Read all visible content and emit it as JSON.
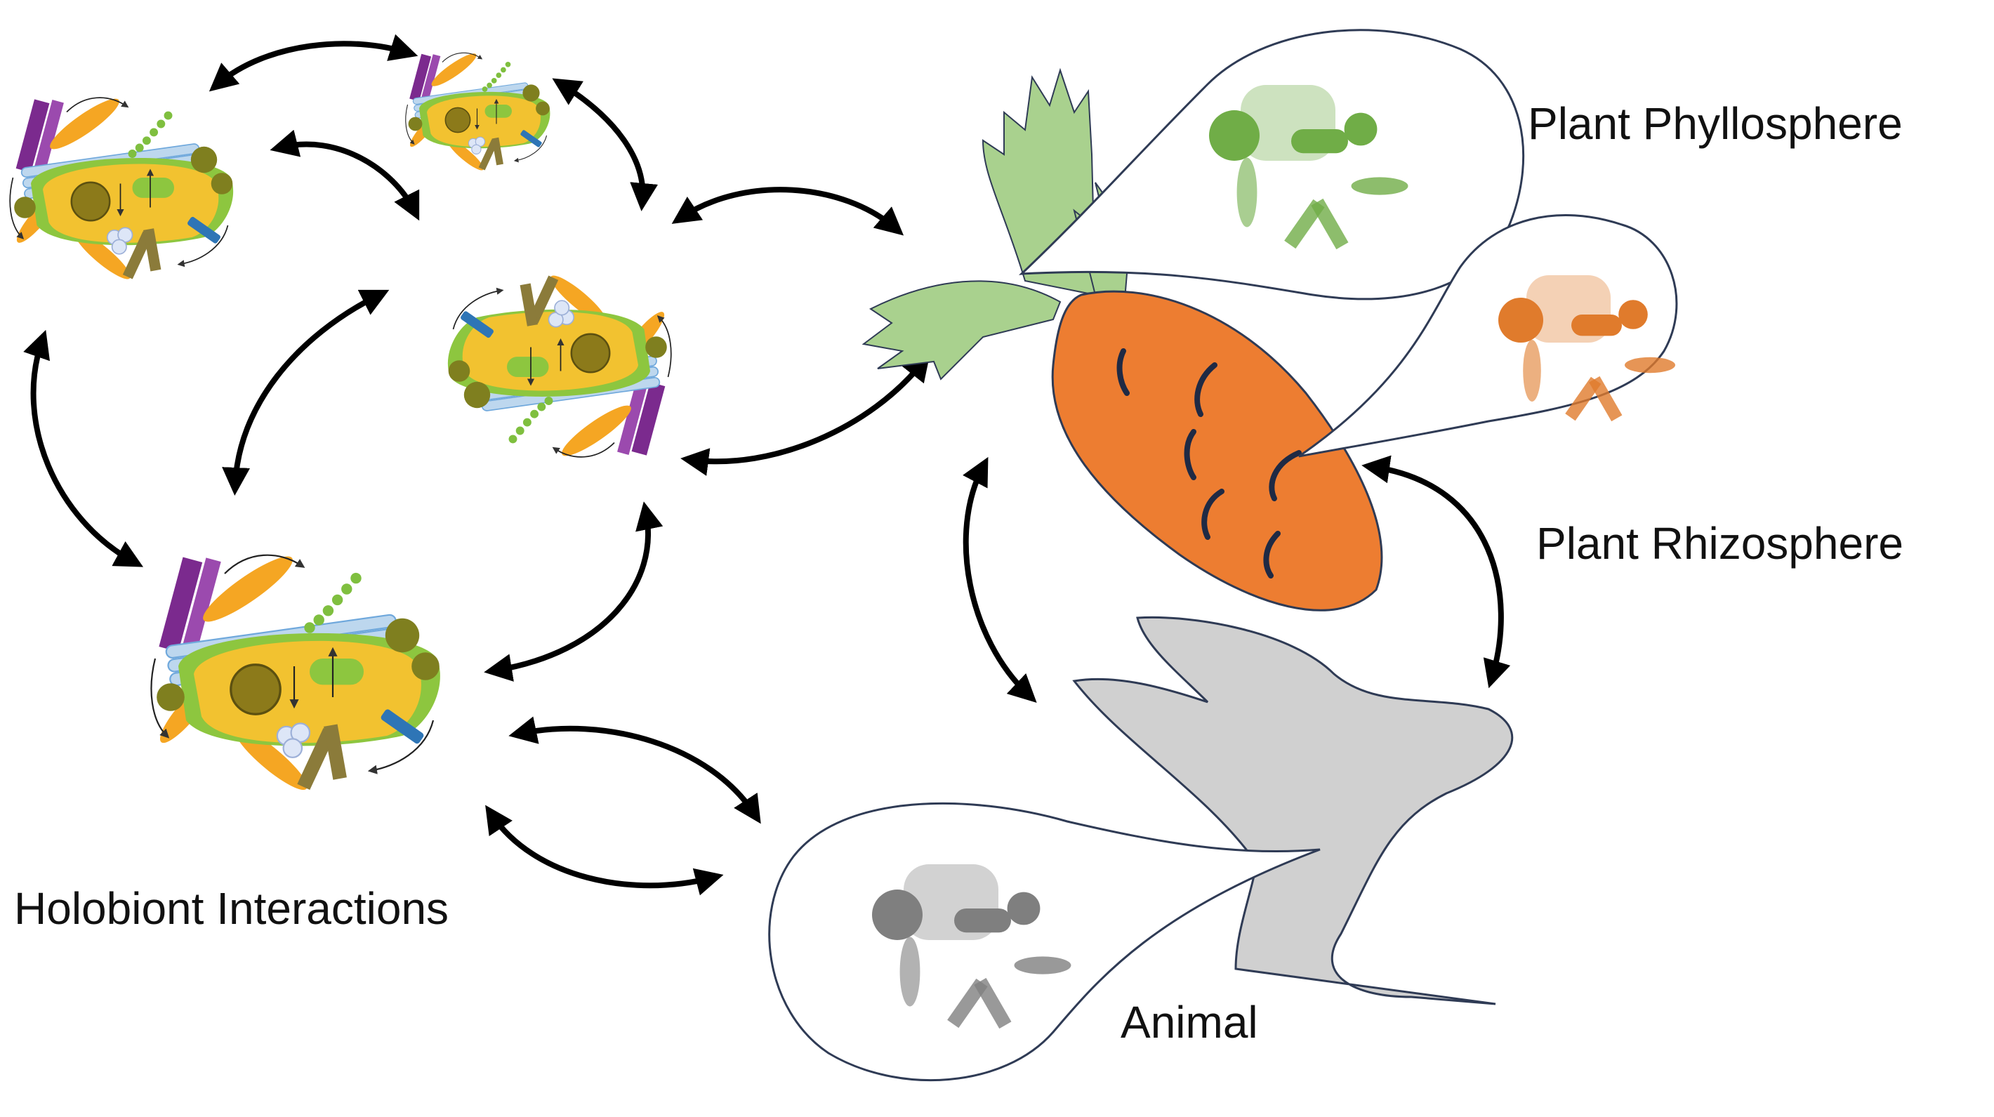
{
  "labels": {
    "holobiont": "Holobiont Interactions",
    "phyllosphere": "Plant Phyllosphere",
    "rhizosphere": "Plant Rhizosphere",
    "animal": "Animal"
  },
  "colors": {
    "carrot_orange": "#ED7D31",
    "carrot_stripe": "#1F2A44",
    "carrot_leaves": "#A9D18E",
    "animal_gray": "#D0D0D0",
    "cell_yellow": "#F2C230",
    "cell_green": "#8DC63F",
    "olive": "#7F7F1F",
    "orange_rod": "#F5A623",
    "purple_rod": "#7B2A8E",
    "blue_filament": "#9DC3E6",
    "bubble_outline": "#2F3B55",
    "arrow": "#000000"
  },
  "icons": [
    "carrot-icon",
    "rabbit-silhouette-icon",
    "microbial-cluster-icon",
    "double-arrow-icon"
  ]
}
